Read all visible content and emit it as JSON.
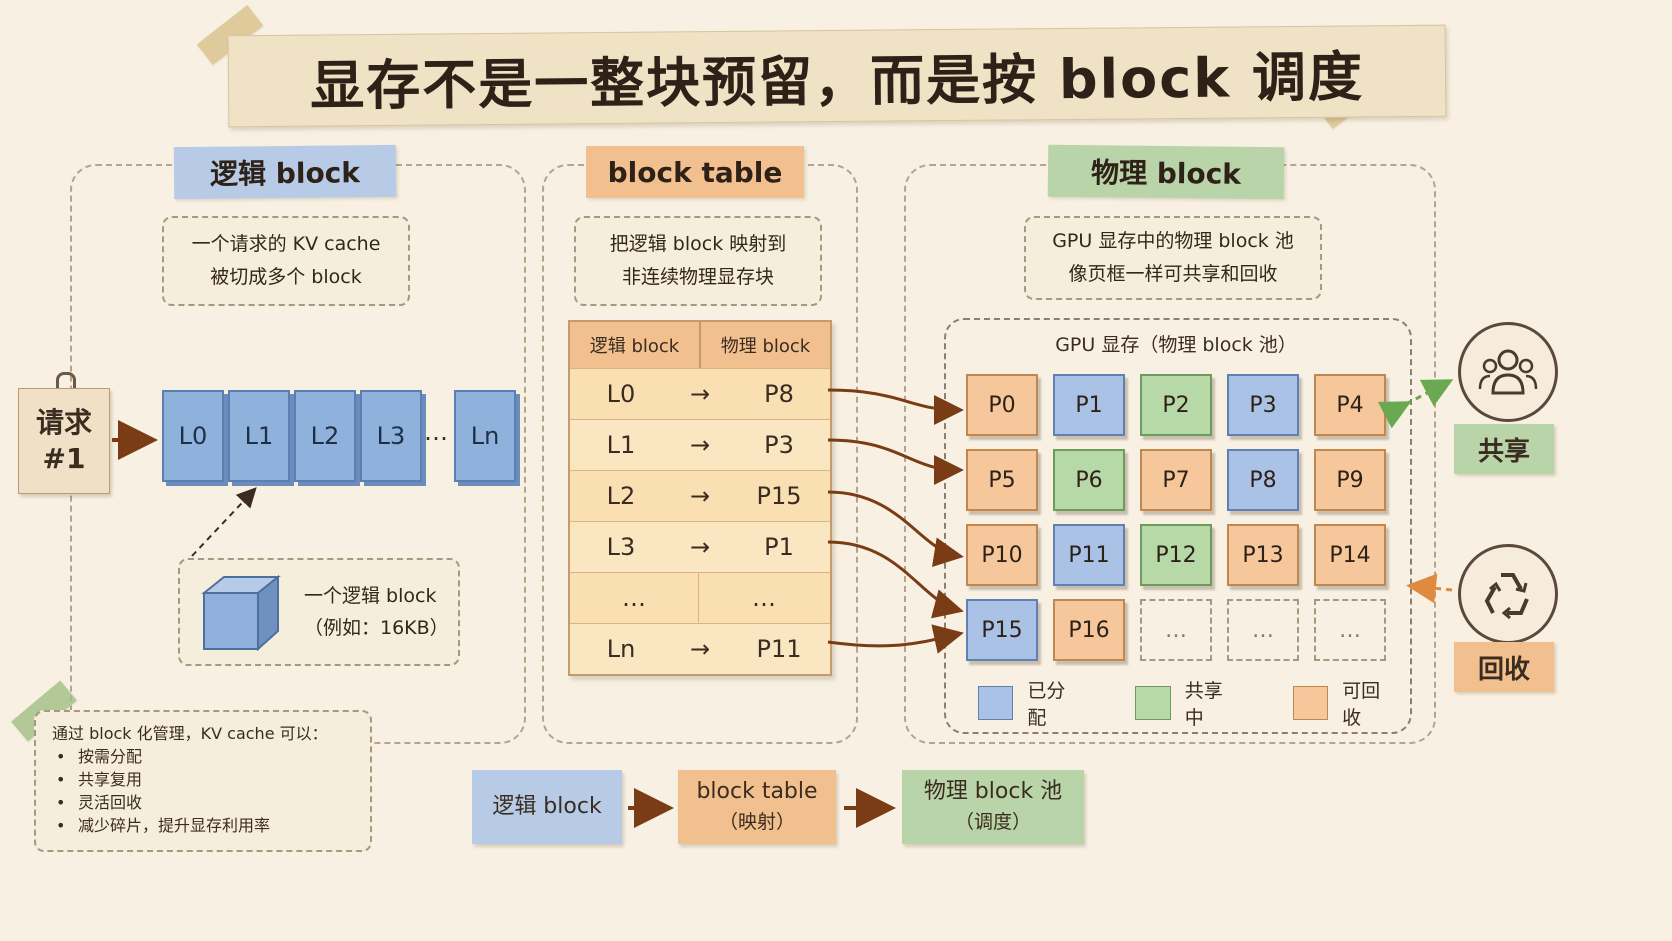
{
  "title": "显存不是一整块预留，而是按 block 调度",
  "logical": {
    "header": "逻辑 block",
    "note_line1": "一个请求的 KV cache",
    "note_line2": "被切成多个 block",
    "request_line1": "请求",
    "request_line2": "#1",
    "blocks": [
      "L0",
      "L1",
      "L2",
      "L3",
      "Ln"
    ],
    "ellipsis": "…",
    "single_block_line1": "一个逻辑 block",
    "single_block_line2": "（例如：16KB）"
  },
  "table": {
    "header": "block table",
    "note_line1": "把逻辑 block 映射到",
    "note_line2": "非连续物理显存块",
    "col_logical": "逻辑 block",
    "col_physical": "物理 block",
    "arrow": "→",
    "rows": [
      {
        "l": "L0",
        "p": "P8"
      },
      {
        "l": "L1",
        "p": "P3"
      },
      {
        "l": "L2",
        "p": "P15"
      },
      {
        "l": "L3",
        "p": "P1"
      },
      {
        "l": "…",
        "p": "…"
      },
      {
        "l": "Ln",
        "p": "P11"
      }
    ]
  },
  "physical": {
    "header": "物理 block",
    "note_line1": "GPU 显存中的物理 block 池",
    "note_line2": "像页框一样可共享和回收",
    "pool_title": "GPU 显存（物理 block 池）",
    "blocks": [
      {
        "label": "P0",
        "color": "orange"
      },
      {
        "label": "P1",
        "color": "blue"
      },
      {
        "label": "P2",
        "color": "green"
      },
      {
        "label": "P3",
        "color": "blue"
      },
      {
        "label": "P4",
        "color": "orange"
      },
      {
        "label": "P5",
        "color": "orange"
      },
      {
        "label": "P6",
        "color": "green"
      },
      {
        "label": "P7",
        "color": "orange"
      },
      {
        "label": "P8",
        "color": "blue"
      },
      {
        "label": "P9",
        "color": "orange"
      },
      {
        "label": "P10",
        "color": "orange"
      },
      {
        "label": "P11",
        "color": "blue"
      },
      {
        "label": "P12",
        "color": "green"
      },
      {
        "label": "P13",
        "color": "orange"
      },
      {
        "label": "P14",
        "color": "orange"
      },
      {
        "label": "P15",
        "color": "blue"
      },
      {
        "label": "P16",
        "color": "orange"
      },
      {
        "label": "…",
        "color": "empty"
      },
      {
        "label": "…",
        "color": "empty"
      },
      {
        "label": "…",
        "color": "empty"
      }
    ],
    "legend": [
      {
        "label": "已分配",
        "color": "#a9c2e6"
      },
      {
        "label": "共享中",
        "color": "#b7d9a8"
      },
      {
        "label": "可回收",
        "color": "#f6c79a"
      }
    ]
  },
  "side": {
    "share": "共享",
    "recycle": "回收"
  },
  "summary": {
    "intro": "通过 block 化管理，KV cache 可以：",
    "items": [
      "按需分配",
      "共享复用",
      "灵活回收",
      "减少碎片，提升显存利用率"
    ]
  },
  "flow": {
    "step1": "逻辑 block",
    "step2_line1": "block table",
    "step2_line2": "（映射）",
    "step3_line1": "物理 block 池",
    "step3_line2": "（调度）"
  },
  "colors": {
    "blue": "#a9c2e6",
    "green": "#b7d9a8",
    "orange": "#f6c79a",
    "arrow": "#7a3c14"
  }
}
